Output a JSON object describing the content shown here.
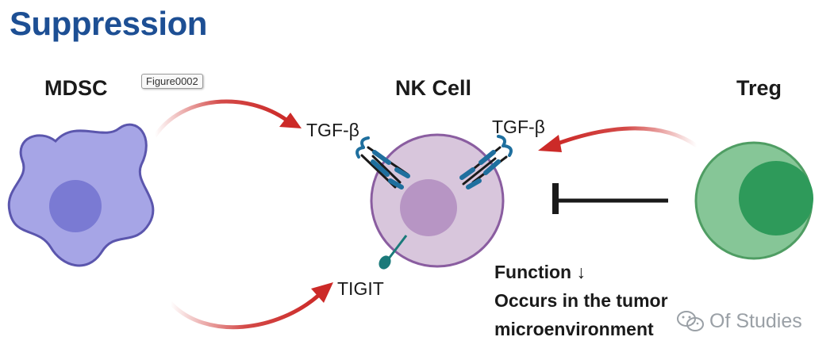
{
  "title": "Suppression",
  "tooltip": "Figure0002",
  "cells": {
    "mdsc": "MDSC",
    "nk": "NK Cell",
    "treg": "Treg"
  },
  "molecules": {
    "tgfb_left": "TGF-β",
    "tgfb_right": "TGF-β",
    "tigit": "TIGIT"
  },
  "caption": {
    "line1": "Function ↓",
    "line2": "Occurs in the tumor",
    "line3": "microenvironment"
  },
  "watermark": "Of Studies",
  "colors": {
    "title": "#1d4f94",
    "mdsc_body": "#a6a5e6",
    "mdsc_nucleus": "#7a7ad3",
    "nk_body": "#d8c6dc",
    "nk_nucleus": "#b795c4",
    "treg_body": "#86c697",
    "treg_nucleus": "#2e9a5a",
    "arrow": "#cc2a28",
    "receptor": "#1f6f9e"
  }
}
